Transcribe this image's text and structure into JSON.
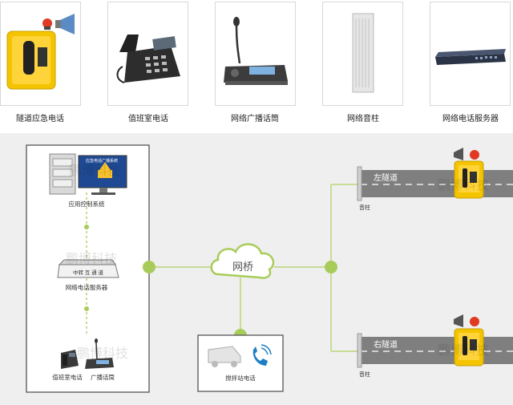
{
  "products": [
    {
      "label": "隧道应急电话",
      "icon": "yellow-emergency-phone-icon"
    },
    {
      "label": "值班室电话",
      "icon": "desk-phone-icon"
    },
    {
      "label": "网络广播话筒",
      "icon": "paging-microphone-icon"
    },
    {
      "label": "网络音柱",
      "icon": "column-speaker-icon"
    },
    {
      "label": "网络电话服务器",
      "icon": "rack-server-icon"
    }
  ],
  "diagram": {
    "control_screen_text": "应急电话广播系统",
    "control_label": "应用控制系统",
    "server_box_text": "中转    互    通    道",
    "server_label": "网络电话服务器",
    "duty_phone_label": "值班室电话",
    "mic_label": "广播话筒",
    "bridge_label": "网桥",
    "station_label": "搅拌站电话",
    "left_tunnel_label": "左隧道",
    "right_tunnel_label": "右隧道",
    "speaker_label_top": "音柱",
    "speaker_label_bottom": "音柱",
    "watermark": "鹏博科技"
  },
  "colors": {
    "line_green": "#c7dc95",
    "node_green": "#a8cc5a",
    "tunnel_gray": "#7f7f7f",
    "phone_yellow": "#f4c400",
    "alarm_red": "#e03a22"
  }
}
